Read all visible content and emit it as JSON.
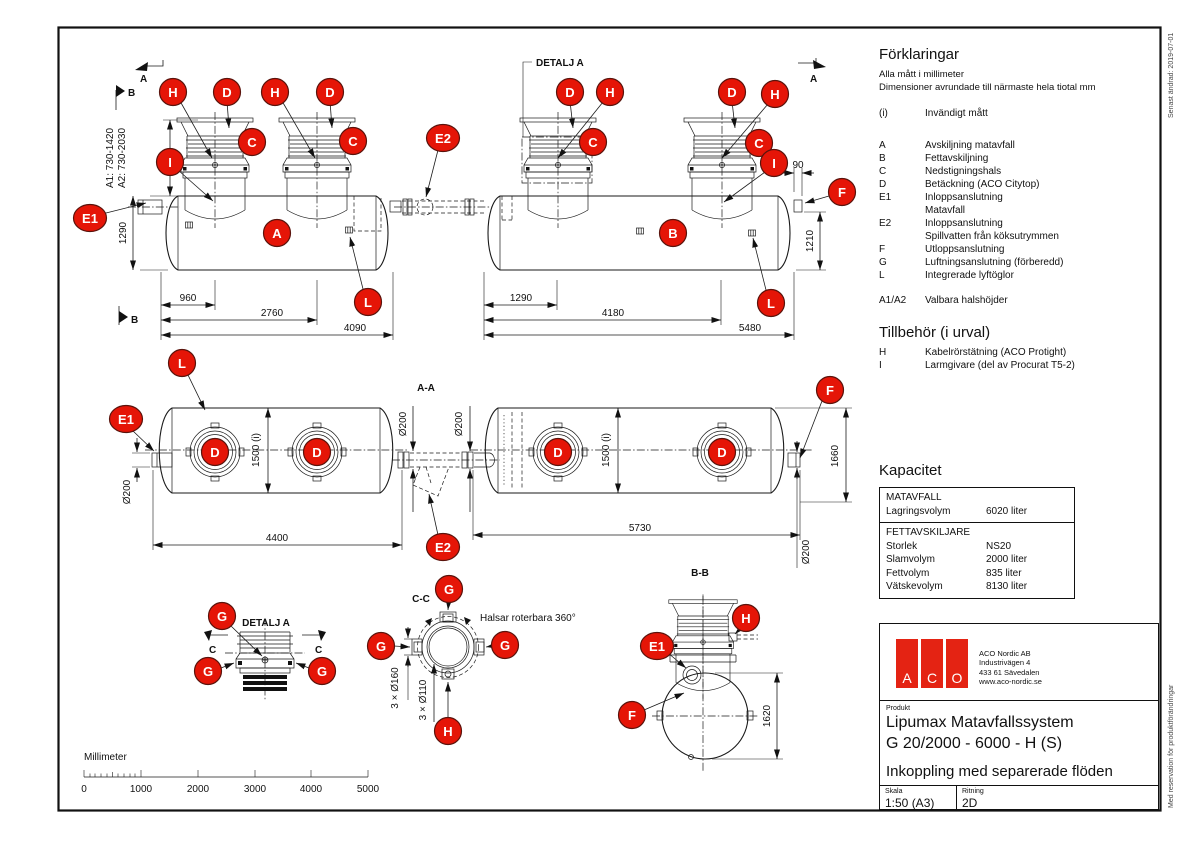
{
  "edge_notes": {
    "top_right": "Senast ändrad: 2019-07-01",
    "bottom_right": "Med reservation för produktförändringar"
  },
  "legend": {
    "title": "Förklaringar",
    "note1": "Alla mått i millimeter",
    "note2": "Dimensioner avrundade till närmaste hela tiotal mm",
    "items": [
      {
        "key": "(i)",
        "text": "Invändigt mått"
      },
      {
        "key": "A",
        "text": "Avskiljning matavfall"
      },
      {
        "key": "B",
        "text": "Fettavskiljning"
      },
      {
        "key": "C",
        "text": "Nedstigningshals"
      },
      {
        "key": "D",
        "text": "Betäckning (ACO Citytop)"
      },
      {
        "key": "E1",
        "text": "Inloppsanslutning",
        "text2": "Matavfall"
      },
      {
        "key": "E2",
        "text": "Inloppsanslutning",
        "text2": "Spillvatten från köksutrymmen"
      },
      {
        "key": "F",
        "text": "Utloppsanslutning"
      },
      {
        "key": "G",
        "text": "Luftningsanslutning (förberedd)"
      },
      {
        "key": "L",
        "text": "Integrerade lyftöglor"
      },
      {
        "key": "A1/A2",
        "text": "Valbara halshöjder"
      }
    ]
  },
  "accessories": {
    "title": "Tillbehör (i urval)",
    "items": [
      {
        "key": "H",
        "text": "Kabelrörstätning (ACO Protight)"
      },
      {
        "key": "I",
        "text": "Larmgivare (del av Procurat T5-2)"
      }
    ]
  },
  "capacity": {
    "title": "Kapacitet",
    "matavfall_header": "MATAVFALL",
    "matavfall_rows": [
      {
        "label": "Lagringsvolym",
        "value": "6020 liter"
      }
    ],
    "fett_header": "FETTAVSKILJARE",
    "fett_rows": [
      {
        "label": "Storlek",
        "value": "NS20"
      },
      {
        "label": "Slamvolym",
        "value": "2000 liter"
      },
      {
        "label": "Fettvolym",
        "value": "835 liter"
      },
      {
        "label": "Vätskevolym",
        "value": "8130 liter"
      }
    ]
  },
  "company": {
    "name": "ACO Nordic AB",
    "address": "Industrivägen 4",
    "city": "433 61  Sävedalen",
    "web": "www.aco-nordic.se",
    "logo": {
      "l1": "A",
      "l2": "C",
      "l3": "O"
    }
  },
  "titleblock": {
    "product_label": "Produkt",
    "product_line1": "Lipumax Matavfallssystem",
    "product_line2": "G 20/2000 - 6000 - H (S)",
    "subtitle": "Inkoppling med separerade flöden",
    "scale_label": "Skala",
    "scale_value": "1:50 (A3)",
    "drawing_label": "Ritning",
    "drawing_value": "2D"
  },
  "balloons": {
    "a": "A",
    "b": "B",
    "c": "C",
    "d": "D",
    "e1": "E1",
    "e2": "E2",
    "f": "F",
    "g": "G",
    "h": "H",
    "i": "I",
    "l": "L"
  },
  "views": {
    "detail_a_callout": "DETALJ A",
    "detail_a_title": "DETALJ A",
    "section_aa": "A-A",
    "section_bb": "B-B",
    "section_cc": "C-C",
    "rotate_note": "Halsar roterbara 360°"
  },
  "section_markers": {
    "a": "A",
    "b": "B",
    "c": "C"
  },
  "dims": {
    "a1": "A1: 730-1420",
    "a2": "A2: 730-2030",
    "h1290": "1290",
    "w960": "960",
    "w2760": "2760",
    "w4090": "4090",
    "w1290": "1290",
    "w4180": "4180",
    "w5480": "5480",
    "w90": "90",
    "h1210": "1210",
    "dia200": "Ø200",
    "h1500i": "1500 (i)",
    "w4400": "4400",
    "w5730": "5730",
    "h1660": "1660",
    "g160": "3 × Ø160",
    "g110": "3 × Ø110",
    "h1620": "1620"
  },
  "scalebar": {
    "label": "Millimeter",
    "ticks": [
      "0",
      "1000",
      "2000",
      "3000",
      "4000",
      "5000"
    ]
  }
}
